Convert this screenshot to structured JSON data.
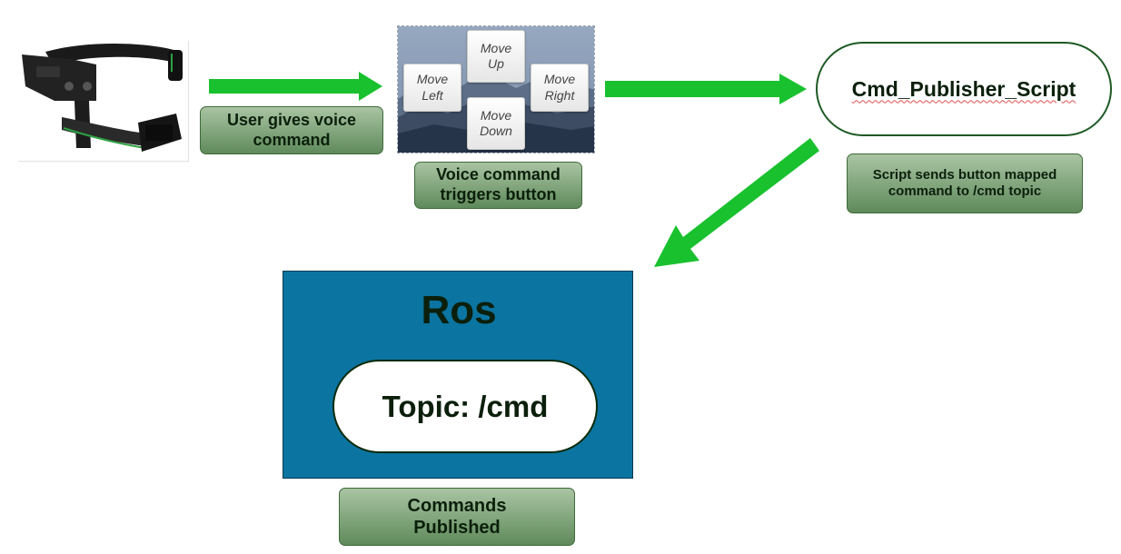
{
  "colors": {
    "arrow": "#19c12f",
    "label_bg_top": "#a9c4a3",
    "label_bg_bottom": "#5f8a5b",
    "ros_bg": "#0b74a0",
    "text_dark": "#0b1f0b"
  },
  "step1": {
    "image": "ar-smart-glasses",
    "label": "User gives voice command"
  },
  "step2": {
    "buttons": {
      "up": "Move Up",
      "left": "Move Left",
      "right": "Move Right",
      "down": "Move Down"
    },
    "label": "Voice command triggers button"
  },
  "step3": {
    "node": "Cmd_Publisher_Script",
    "label": "Script sends button mapped command to /cmd topic"
  },
  "step4": {
    "title": "Ros",
    "topic": "Topic: /cmd",
    "label": "Commands Published"
  }
}
